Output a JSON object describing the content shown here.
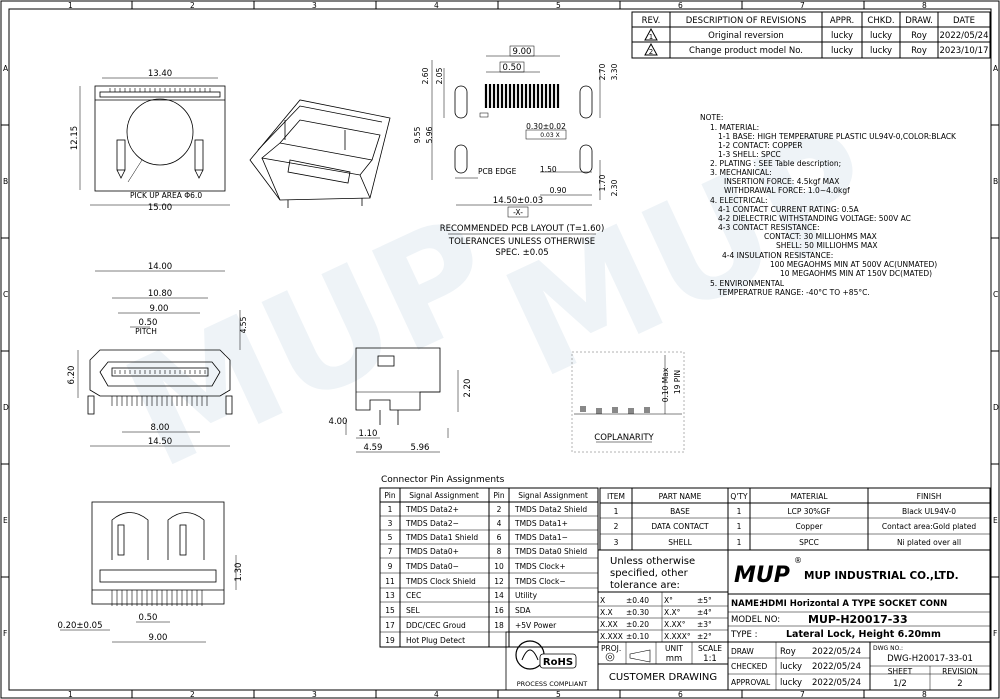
{
  "border": {
    "cols": [
      "1",
      "2",
      "3",
      "4",
      "5",
      "6",
      "7",
      "8"
    ],
    "rows": [
      "A",
      "B",
      "C",
      "D",
      "E",
      "F"
    ]
  },
  "revisions": {
    "headers": [
      "REV.",
      "DESCRIPTION OF REVISIONS",
      "APPR.",
      "CHKD.",
      "DRAW.",
      "DATE"
    ],
    "rows": [
      {
        "rev": "1",
        "desc": "Original reversion",
        "appr": "lucky",
        "chkd": "lucky",
        "draw": "Roy",
        "date": "2022/05/24"
      },
      {
        "rev": "2",
        "desc": "Change product model No.",
        "appr": "lucky",
        "chkd": "lucky",
        "draw": "Roy",
        "date": "2023/10/17"
      }
    ]
  },
  "notes": [
    "NOTE:",
    "1. MATERIAL:",
    "1-1 BASE: HIGH TEMPERATURE PLASTIC UL94V-0,COLOR:BLACK",
    "1-2 CONTACT: COPPER",
    "1-3 SHELL: SPCC",
    "2. PLATING : SEE Table description;",
    "3. MECHANICAL:",
    "INSERTION FORCE: 4.5kgf MAX",
    "WITHDRAWAL FORCE: 1.0~4.0kgf",
    "4. ELECTRICAL:",
    "4-1 CONTACT CURRENT RATING: 0.5A",
    "4-2 DIELECTRIC WITHSTANDING VOLTAGE: 500V AC",
    "4-3 CONTACT RESISTANCE:",
    "CONTACT: 30 MILLIOHMS MAX",
    "SHELL: 50 MILLIOHMS MAX",
    "4-4 INSULATION RESISTANCE:",
    "100 MEGAOHMS MIN AT 500V AC(UNMATED)",
    "10 MEGAOHMS MIN AT 150V DC(MATED)",
    "5. ENVIRONMENTAL",
    "TEMPERATRUE RANGE: -40°C TO +85°C."
  ],
  "dims": {
    "d1340": "13.40",
    "d1215": "12.15",
    "d1500": "15.00",
    "pickup": "PICK UP AREA Φ6.0",
    "d900": "9.00",
    "d050": "0.50",
    "d260": "2.60",
    "d2050": "2.05",
    "d955": "9.55",
    "d596": "5.96",
    "d270": "2.70",
    "d330": "3.30",
    "d030": "0.30±0.02",
    "tolbox": "0.03 X",
    "d150": "1.50",
    "d170": "1.70",
    "d230": "2.30",
    "d090": "0.90",
    "pcbedge": "PCB EDGE",
    "d1450b": "14.50±0.03",
    "xref": "-X-",
    "pcb_title": "RECOMMENDED PCB LAYOUT (T=1.60)",
    "tol1": "TOLERANCES UNLESS OTHERWISE",
    "tol2": "SPEC. ±0.05",
    "d1400": "14.00",
    "d1080": "10.80",
    "d900b": "9.00",
    "d050b": "0.50",
    "pitch": "PITCH",
    "d455": "4.55",
    "d620": "6.20",
    "d800": "8.00",
    "d1450": "14.50",
    "d400": "4.00",
    "d110": "1.10",
    "d459": "4.59",
    "d596b": "5.96",
    "d220": "2.20",
    "d010": "0.10 Max",
    "pin19": "19 PIN",
    "coplan": "COPLANARITY",
    "d130": "1.30",
    "d050c": "0.50",
    "d020": "0.20±0.05",
    "d900c": "9.00"
  },
  "pins": {
    "title": "Connector Pin Assignments",
    "headers": [
      "Pin",
      "Signal Assignment",
      "Pin",
      "Signal Assignment"
    ],
    "rows": [
      [
        "1",
        "TMDS Data2+",
        "2",
        "TMDS Data2 Shield"
      ],
      [
        "3",
        "TMDS Data2−",
        "4",
        "TMDS Data1+"
      ],
      [
        "5",
        "TMDS Data1 Shield",
        "6",
        "TMDS Data1−"
      ],
      [
        "7",
        "TMDS Data0+",
        "8",
        "TMDS Data0 Shield"
      ],
      [
        "9",
        "TMDS Data0−",
        "10",
        "TMDS Clock+"
      ],
      [
        "11",
        "TMDS Clock Shield",
        "12",
        "TMDS Clock−"
      ],
      [
        "13",
        "CEC",
        "14",
        "Utility"
      ],
      [
        "15",
        "SEL",
        "16",
        "SDA"
      ],
      [
        "17",
        "DDC/CEC Groud",
        "18",
        "+5V Power"
      ],
      [
        "19",
        "Hot Plug Detect",
        "",
        ""
      ]
    ]
  },
  "parts": {
    "headers": [
      "ITEM",
      "PART NAME",
      "Q'TY",
      "MATERIAL",
      "FINISH"
    ],
    "rows": [
      [
        "1",
        "BASE",
        "1",
        "LCP 30%GF",
        "Black UL94V-0"
      ],
      [
        "2",
        "DATA CONTACT",
        "1",
        "Copper",
        "Contact area:Gold plated"
      ],
      [
        "3",
        "SHELL",
        "1",
        "SPCC",
        "Ni plated over all"
      ]
    ]
  },
  "title_block": {
    "unless1": "Unless otherwise",
    "unless2": "specified, other",
    "unless3": "tolerance are:",
    "tol": [
      [
        "X",
        "±0.40",
        "X°",
        "±5°"
      ],
      [
        "X.X",
        "±0.30",
        "X.X°",
        "±4°"
      ],
      [
        "X.XX",
        "±0.20",
        "X.XX°",
        "±3°"
      ],
      [
        "X.XXX",
        "±0.10",
        "X.XXX°",
        "±2°"
      ]
    ],
    "logo": "MUP",
    "reg": "®",
    "company": "MUP INDUSTRIAL CO.,LTD.",
    "name_label": "NAME:",
    "name": "HDMI Horizontal A TYPE  SOCKET CONN",
    "model_label": "MODEL NO:",
    "model": "MUP-H20017-33",
    "type_label": "TYPE :",
    "type": "Lateral Lock,  Height 6.20mm",
    "proj": "PROJ.",
    "unit_label": "UNIT",
    "unit": "mm",
    "scale_label": "SCALE",
    "scale": "1:1",
    "customer": "CUSTOMER  DRAWING",
    "draw_label": "DRAW",
    "draw_name": "Roy",
    "draw_date": "2022/05/24",
    "checked_label": "CHECKED",
    "checked_name": "lucky",
    "checked_date": "2022/05/24",
    "approval_label": "APPROVAL",
    "approval_name": "lucky",
    "approval_date": "2022/05/24",
    "dwg_label": "DWG NO.:",
    "dwg": "DWG-H20017-33-01",
    "sheet_label": "SHEET",
    "sheet": "1/2",
    "revision_label": "REVISION",
    "revision": "2",
    "rohs": "RoHS",
    "process": "PROCESS COMPLIANT"
  },
  "watermark": [
    "MUP",
    "MUP"
  ]
}
